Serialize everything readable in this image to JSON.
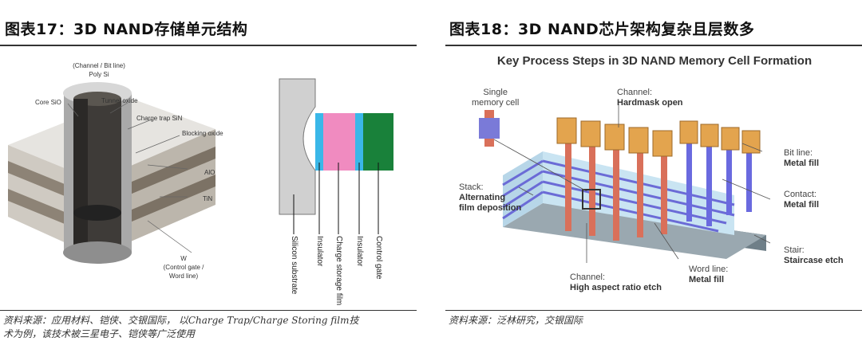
{
  "left": {
    "title": "图表17：3D NAND存储单元结构",
    "cell_labels": {
      "channel": "(Channel / Bit line)",
      "poly_si": "Poly Si",
      "core": "Core SiO",
      "tunnel": "Tunnel oxide",
      "trap": "Charge trap SiN",
      "blocking": "Blocking oxide",
      "alo": "AlO",
      "tin": "TiN",
      "w": "W",
      "control_gate": "(Control gate /",
      "word_line": "Word line)"
    },
    "layer_labels": [
      "Silicon substrate",
      "Insulator",
      "Charge storage film",
      "Insulator",
      "Control gate"
    ],
    "layer_colors": [
      "#d0d0d0",
      "#3ab7e8",
      "#f08bc0",
      "#3ab7e8",
      "#19813a"
    ],
    "source_line1": "资料来源：应用材料、铠侠、交银国际，  以Charge Trap/Charge Storing film技",
    "source_line2": "术为例，该技术被三星电子、铠侠等广泛使用"
  },
  "right": {
    "title": "图表18：3D NAND芯片架构复杂且层数多",
    "figure_title": "Key Process Steps in 3D NAND Memory Cell Formation",
    "single_cell": [
      "Single",
      "memory cell"
    ],
    "channel_top": [
      "Channel:",
      "Hardmask open"
    ],
    "stack": [
      "Stack:",
      "Alternating",
      "film deposition"
    ],
    "bit_line": [
      "Bit line:",
      "Metal fill"
    ],
    "contact": [
      "Contact:",
      "Metal fill"
    ],
    "stair": [
      "Stair:",
      "Staircase etch"
    ],
    "word_line": [
      "Word line:",
      "Metal fill"
    ],
    "channel_bottom": [
      "Channel:",
      "High aspect ratio etch"
    ],
    "source": "资料来源：泛林研究，交银国际"
  }
}
